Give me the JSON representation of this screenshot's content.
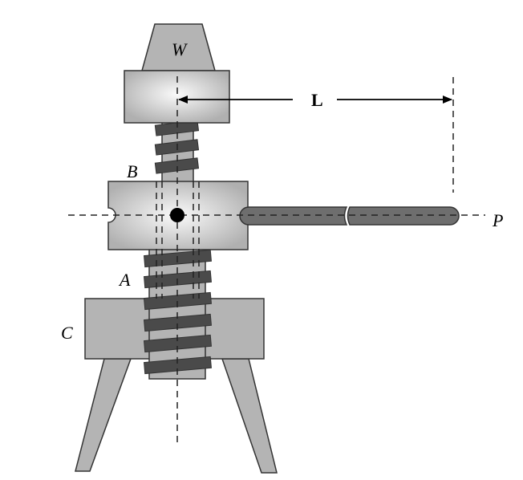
{
  "diagram": {
    "title": "Screw jack",
    "labels": {
      "weight": "W",
      "length": "L",
      "nut": "B",
      "screw": "A",
      "base": "C",
      "force": "P"
    },
    "colors": {
      "body": "#b4b4b4",
      "thread": "#4a4a4a",
      "handle": "#6e6e6e",
      "outline": "#333333"
    }
  }
}
